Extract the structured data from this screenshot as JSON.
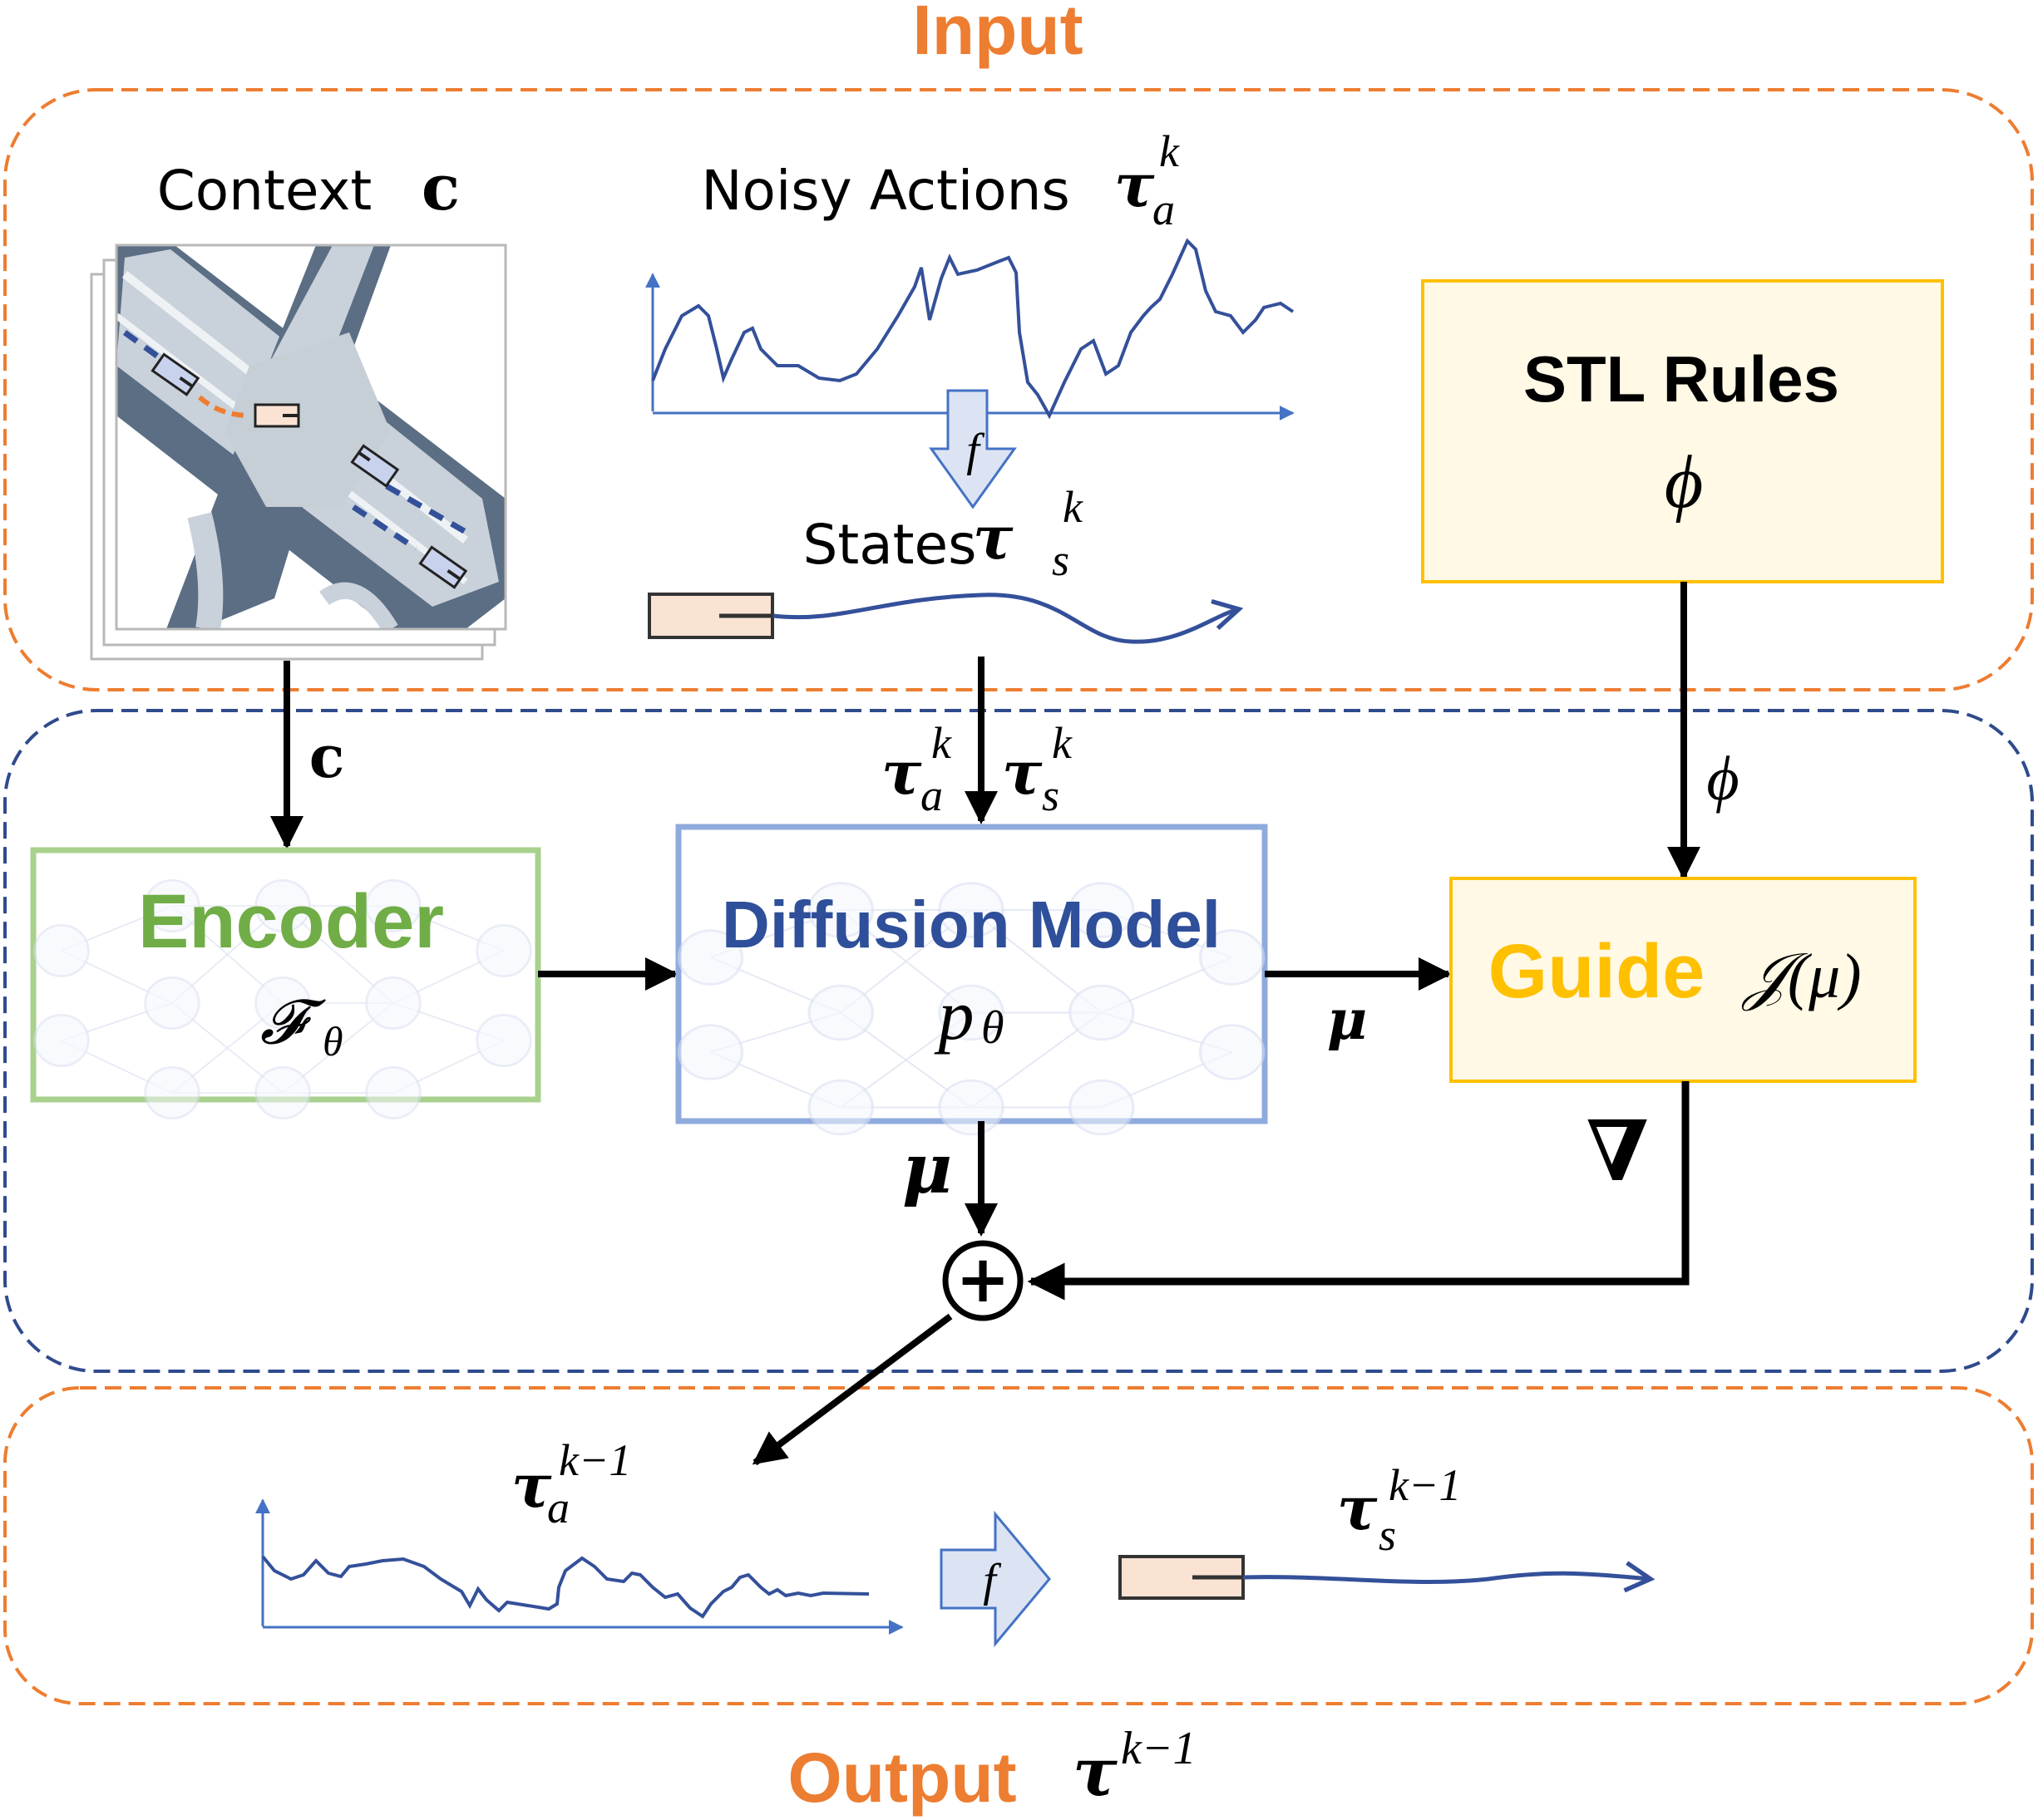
{
  "titles": {
    "input": "Input",
    "output": "Output",
    "output_symbol": "τ",
    "output_sup": "k−1"
  },
  "input_region": {
    "context_label": "Context",
    "context_symbol": "c",
    "noisy_actions_label": "Noisy Actions",
    "noisy_actions_symbol": "τ",
    "noisy_actions_sub": "a",
    "noisy_actions_sup": "k",
    "f_label": "f",
    "states_label": "States",
    "states_symbol": "τ",
    "states_sub": "s",
    "states_sup": "k",
    "stl_title": "STL Rules",
    "stl_symbol": "ϕ"
  },
  "model_region": {
    "c_edge_label": "c",
    "tau_a_symbol": "τ",
    "tau_a_sub": "a",
    "tau_a_sup": "k",
    "tau_s_symbol": "τ",
    "tau_s_sub": "s",
    "tau_s_sup": "k",
    "phi_edge_label": "ϕ",
    "encoder_title": "Encoder",
    "encoder_symbol": "𝓕",
    "encoder_sub": "θ",
    "diffusion_title": "Diffusion Model",
    "diffusion_symbol": "p",
    "diffusion_sub": "θ",
    "guide_title": "Guide",
    "guide_symbol": "𝒥(μ)",
    "mu_right_label": "μ",
    "mu_down_label": "μ",
    "nabla_label": "∇",
    "sum_symbol": "+"
  },
  "output_region": {
    "tau_a_symbol": "τ",
    "tau_a_sub": "a",
    "tau_a_sup": "k−1",
    "f_label": "f",
    "tau_s_symbol": "τ",
    "tau_s_sub": "s",
    "tau_s_sup": "k−1"
  },
  "colors": {
    "orange": "#ED7D31",
    "navy": "#2F4B8C",
    "encoder_green": "#70AD47",
    "diffusion_blue": "#2F4F9A",
    "guide_yellow": "#FFC000",
    "stl_fill": "#FFF9E6",
    "curve_blue": "#34509A"
  }
}
